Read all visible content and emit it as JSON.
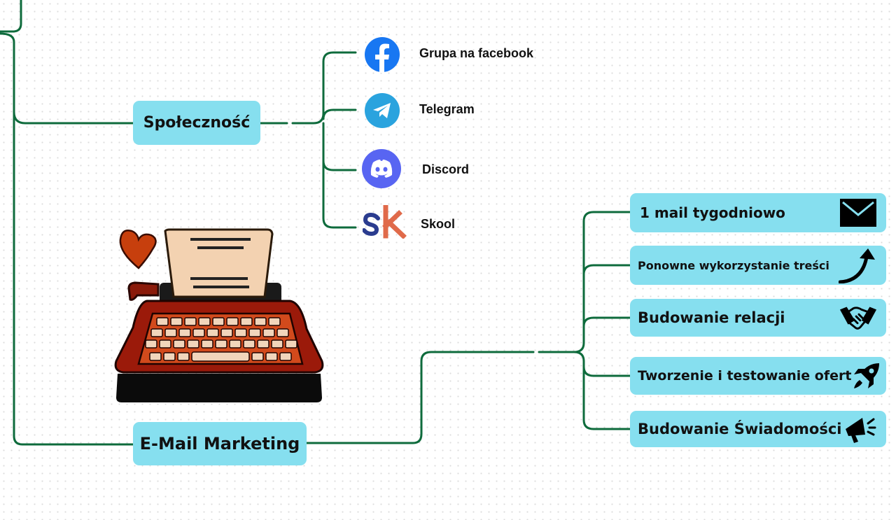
{
  "community": {
    "title": "Społeczność",
    "items": [
      {
        "label": "Grupa na facebook",
        "icon": "facebook-icon",
        "color": "#1877f2"
      },
      {
        "label": "Telegram",
        "icon": "telegram-icon",
        "color": "#2aa3de"
      },
      {
        "label": "Discord",
        "icon": "discord-icon",
        "color": "#5865f2"
      },
      {
        "label": "Skool",
        "icon": "skool-icon",
        "logo_text": "sk"
      }
    ]
  },
  "email": {
    "title": "E-Mail Marketing",
    "items": [
      {
        "label": "1 mail tygodniowo",
        "icon": "envelope-icon"
      },
      {
        "label": "Ponowne wykorzystanie treści",
        "icon": "trend-arrow-icon"
      },
      {
        "label": "Budowanie relacji",
        "icon": "handshake-icon"
      },
      {
        "label": "Tworzenie i testowanie ofert",
        "icon": "rocket-icon"
      },
      {
        "label": "Budowanie Świadomości",
        "icon": "megaphone-icon"
      }
    ]
  },
  "colors": {
    "connector": "#0e6b3c",
    "topic_fill": "#86dfef",
    "typewriter_body": "#9b1a0a",
    "typewriter_paper": "#f3d2b1",
    "heart": "#c73f0d"
  }
}
